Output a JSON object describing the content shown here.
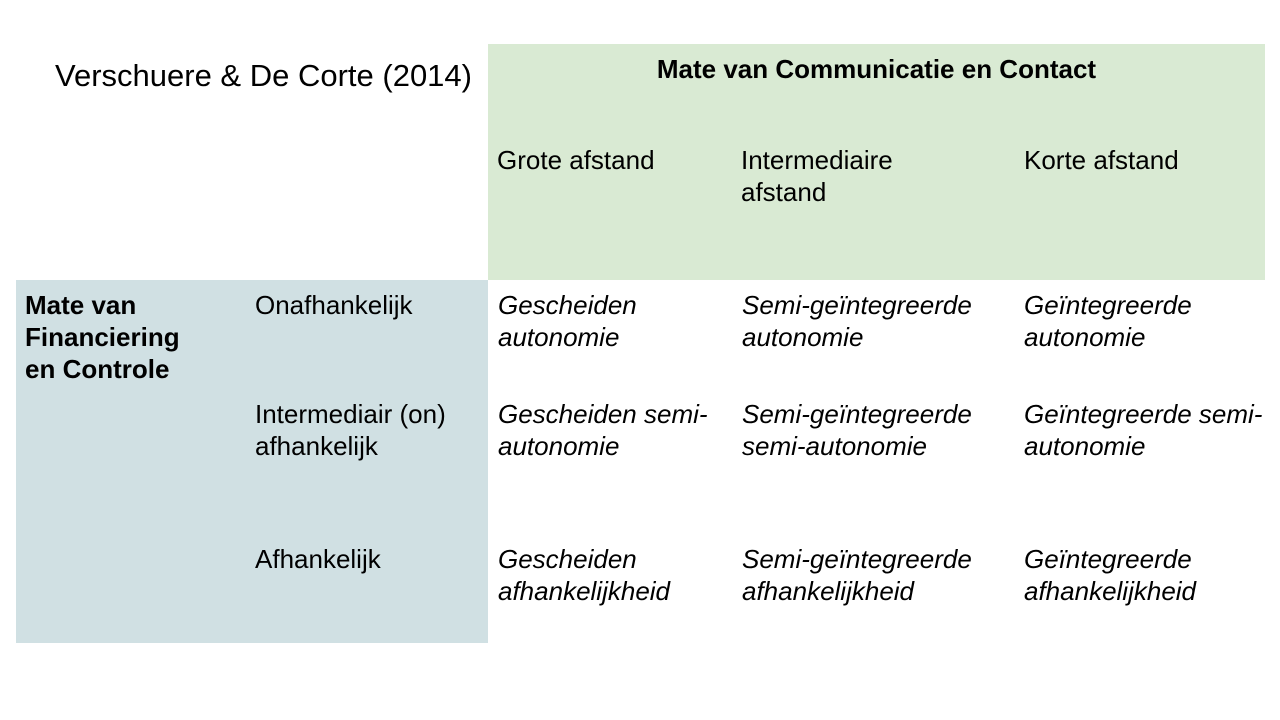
{
  "title": "Verschuere & De Corte (2014)",
  "column_group": {
    "title": "Mate van Communicatie en Contact",
    "columns": [
      "Grote afstand",
      "Intermediaire afstand",
      "Korte afstand"
    ]
  },
  "row_group": {
    "title": "Mate van Financiering en Controle",
    "rows": [
      "Onafhankelijk",
      "Intermediair (on) afhankelijk",
      "Afhankelijk"
    ]
  },
  "cells": [
    [
      "Gescheiden autonomie",
      "Semi-geïntegreerde autonomie",
      "Geïntegreerde autonomie"
    ],
    [
      "Gescheiden semi-autonomie",
      "Semi-geïntegreerde semi-autonomie",
      "Geïntegreerde semi-autonomie"
    ],
    [
      "Gescheiden afhankelijkheid",
      "Semi-geïntegreerde afhankelijkheid",
      "Geïntegreerde afhankelijkheid"
    ]
  ],
  "colors": {
    "column_header_bg": "#d9ead3",
    "row_header_bg": "#d0e0e3"
  }
}
